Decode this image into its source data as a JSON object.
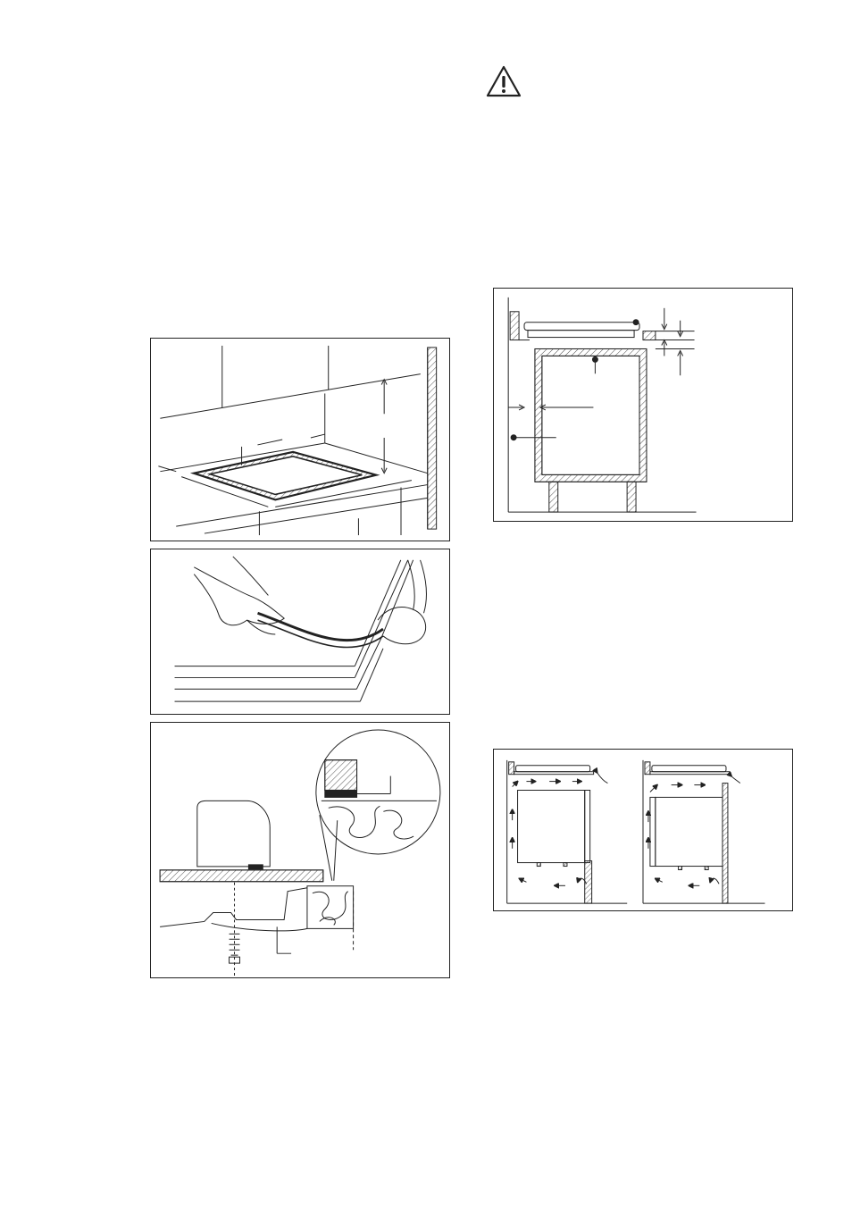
{
  "page": {
    "warning_icon": "warning-triangle-icon",
    "figures": [
      "cutout-dimensions-figure",
      "seal-strip-application-figure",
      "bracket-fixing-figure",
      "clearance-section-figure",
      "oven-ventilation-figure"
    ]
  }
}
